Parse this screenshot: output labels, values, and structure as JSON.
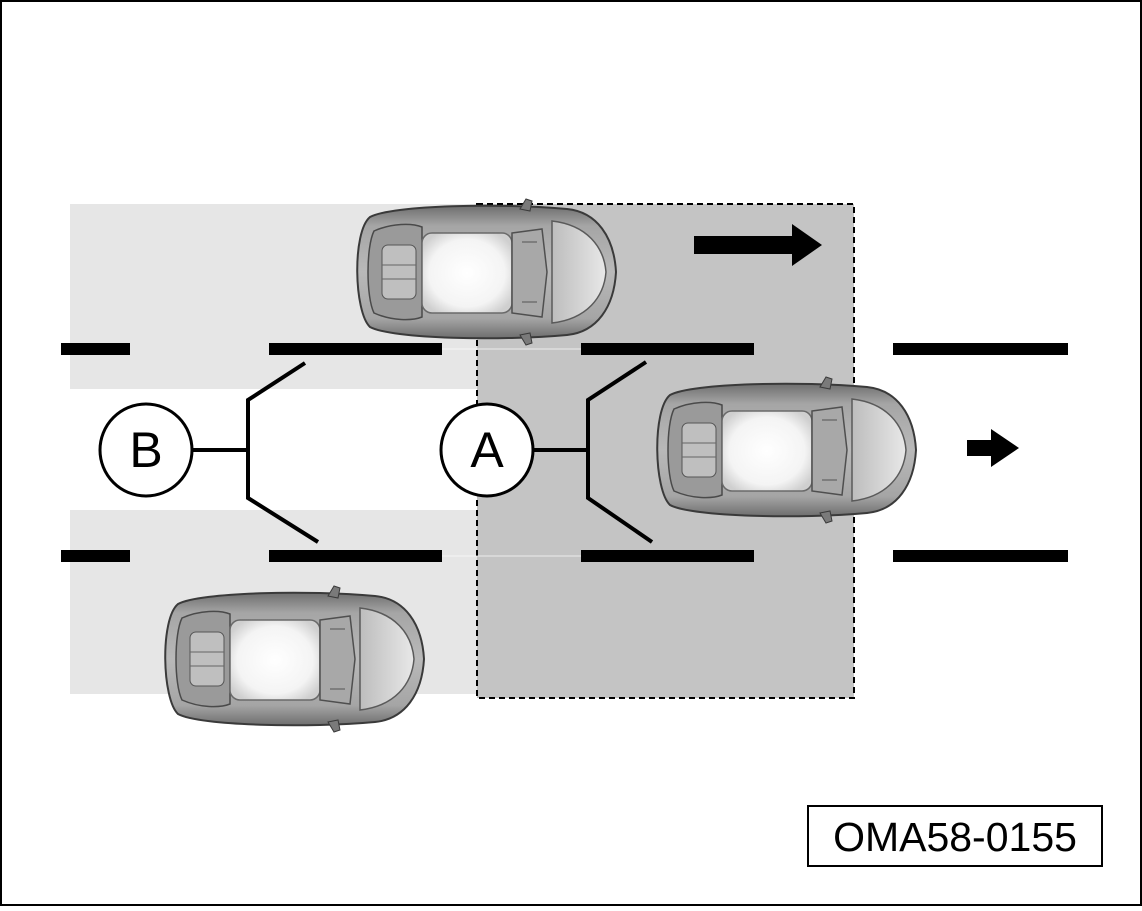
{
  "labels": {
    "zone_a": "A",
    "zone_b": "B"
  },
  "figure_code": "OMA58-0155",
  "colors": {
    "background": "#ffffff",
    "zone_b_fill": "#e6e6e6",
    "zone_a_fill": "#c4c4c4",
    "lane_marking": "#000000",
    "car_body": "#8c8c8c",
    "car_glass": "#ffffff"
  },
  "icons": {
    "car": "car-top-view-icon",
    "arrow": "arrow-right-icon"
  }
}
